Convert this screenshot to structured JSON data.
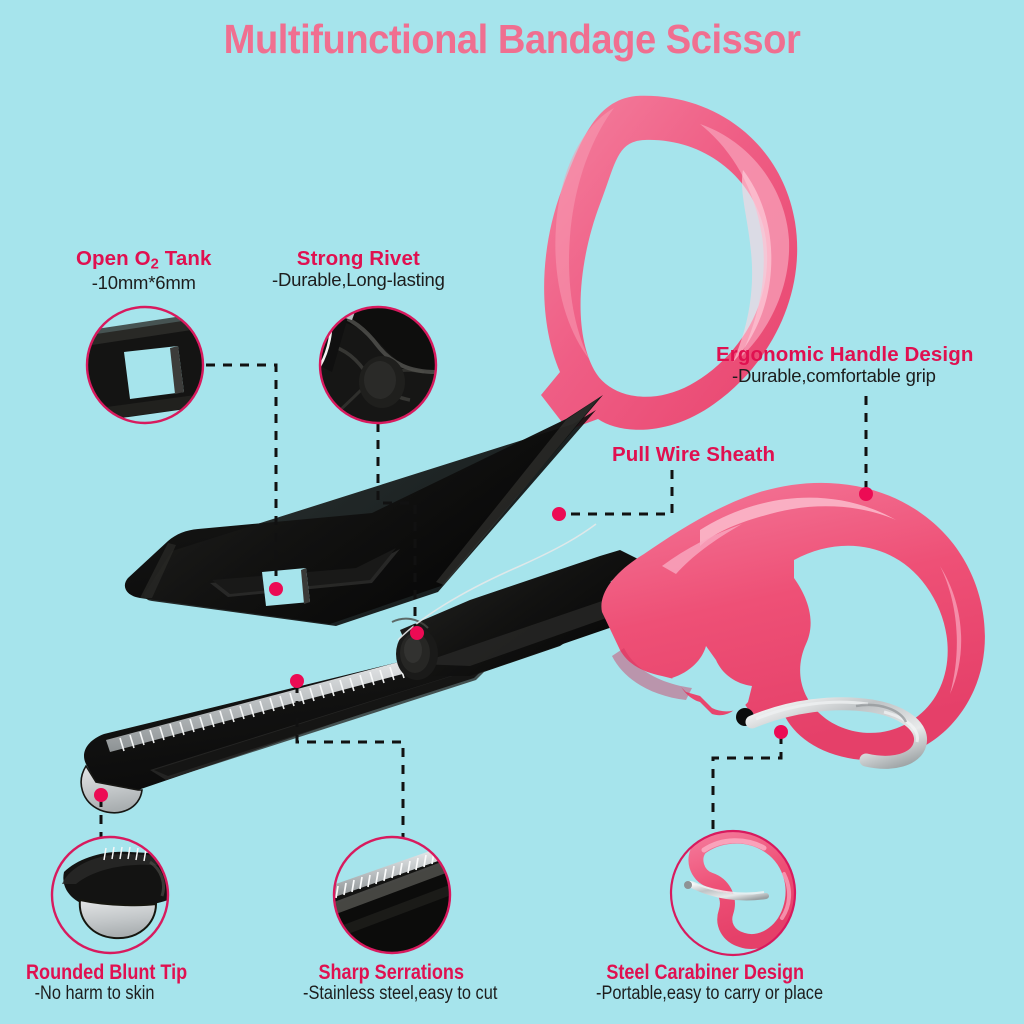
{
  "page": {
    "title": "Multifunctional Bandage Scissor",
    "background_color": "#a6e4ec",
    "title_color": "#f06f90",
    "label_heading_color": "#e01050",
    "label_sub_color": "#1d1d1d",
    "product_colors": {
      "handle_pink": "#ef5079",
      "handle_pink_light": "#f789a4",
      "blade_black": "#111111",
      "blade_steel": "#c9ccce",
      "carabiner_silver": "#c0c4c6"
    }
  },
  "callouts": [
    {
      "id": "open-o2-tank",
      "heading_prefix": "Open O",
      "heading_sub": "2",
      "heading_suffix": " Tank",
      "heading": "Open O2 Tank",
      "subtitle": "-10mm*6mm",
      "magnifier": "blade-hole-closeup"
    },
    {
      "id": "strong-rivet",
      "heading": "Strong Rivet",
      "subtitle": "-Durable,Long-lasting",
      "magnifier": "rivet-closeup"
    },
    {
      "id": "ergonomic-handle-design",
      "heading": "Ergonomic Handle Design",
      "subtitle": "-Durable,comfortable grip",
      "magnifier": null
    },
    {
      "id": "pull-wire-sheath",
      "heading": "Pull Wire Sheath",
      "subtitle": "",
      "magnifier": null
    },
    {
      "id": "rounded-blunt-tip",
      "heading": "Rounded Blunt Tip",
      "subtitle": "-No harm to skin",
      "magnifier": "blunt-tip-closeup"
    },
    {
      "id": "sharp-serrations",
      "heading": "Sharp Serrations",
      "subtitle": "-Stainless steel,easy to cut",
      "magnifier": "serrations-closeup"
    },
    {
      "id": "steel-carabiner-design",
      "heading": "Steel Carabiner Design",
      "subtitle": "-Portable,easy to carry or place",
      "magnifier": "carabiner-closeup"
    }
  ]
}
